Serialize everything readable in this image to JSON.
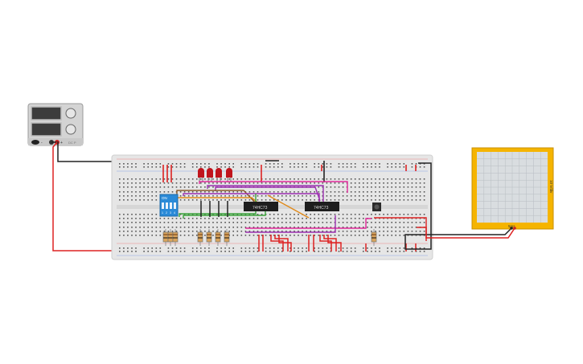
{
  "power_supply": {
    "minus_label": "-",
    "plus_label": "+",
    "brand_label": "DC P"
  },
  "dip_switch": {
    "on_label": "ON",
    "position_labels": [
      "1",
      "2",
      "3",
      "4"
    ]
  },
  "chips": [
    {
      "part": "74HC73"
    },
    {
      "part": "74HC73"
    }
  ],
  "oscilloscope": {
    "time_label": "5ms",
    "volt_label": "10 V/div"
  },
  "colors": {
    "breadboard": "#e6e6e6",
    "rail_red": "#d22",
    "rail_blue": "#2a5cd6",
    "wire_black": "#222222",
    "wire_purple": "#9b2fb0",
    "wire_magenta": "#e0289a",
    "wire_orange": "#e08a1a",
    "wire_green": "#3aa33a",
    "wire_brown": "#8b5a2b",
    "led_red": "#c0141c",
    "dip_blue": "#2a8ad8",
    "scope_yellow": "#f5b400",
    "scope_screen": "#d9dde0",
    "chip_black": "#1e1e1e"
  }
}
